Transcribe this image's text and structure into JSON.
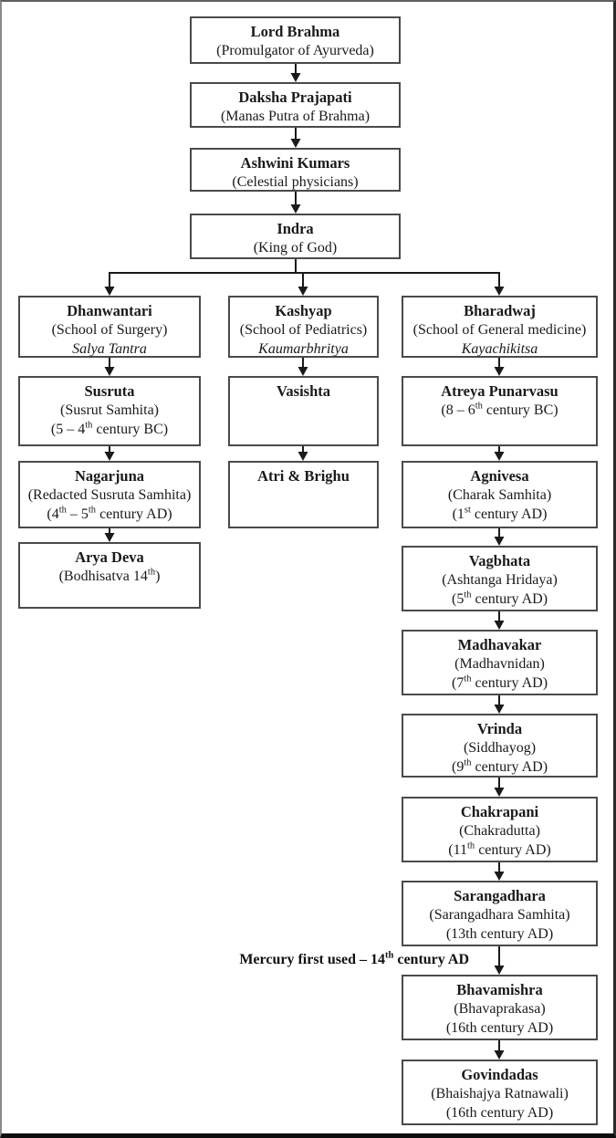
{
  "nodes": {
    "lord_brahma": {
      "title": "Lord Brahma",
      "lines": [
        [
          {
            "t": "(Promulgator of Ayurveda)"
          }
        ]
      ]
    },
    "daksha": {
      "title": "Daksha Prajapati",
      "lines": [
        [
          {
            "t": "(Manas Putra of Brahma)"
          }
        ]
      ]
    },
    "ashwini": {
      "title": "Ashwini Kumars",
      "lines": [
        [
          {
            "t": "(Celestial physicians)"
          }
        ]
      ]
    },
    "indra": {
      "title": "Indra",
      "lines": [
        [
          {
            "t": "(King of God)"
          }
        ]
      ]
    },
    "dhanwantari": {
      "title": "Dhanwantari",
      "lines": [
        [
          {
            "t": "(School of Surgery)"
          }
        ],
        [
          {
            "t": "Salya Tantra"
          }
        ]
      ]
    },
    "kashyap": {
      "title": "Kashyap",
      "lines": [
        [
          {
            "t": "(School of Pediatrics)"
          }
        ],
        [
          {
            "t": "Kaumarbhritya"
          }
        ]
      ]
    },
    "bharadwaj": {
      "title": "Bharadwaj",
      "lines": [
        [
          {
            "t": "(School of General medicine)"
          }
        ],
        [
          {
            "t": "Kayachikitsa"
          }
        ]
      ]
    },
    "susruta": {
      "title": "Susruta",
      "lines": [
        [
          {
            "t": "(Susrut Samhita)"
          }
        ],
        [
          {
            "t": "(5 – 4"
          },
          {
            "t": "th",
            "sup": true
          },
          {
            "t": " century BC)"
          }
        ]
      ]
    },
    "nagarjuna": {
      "title": "Nagarjuna",
      "lines": [
        [
          {
            "t": "(Redacted Susruta Samhita)"
          }
        ],
        [
          {
            "t": "(4"
          },
          {
            "t": "th",
            "sup": true
          },
          {
            "t": " – 5"
          },
          {
            "t": "th",
            "sup": true
          },
          {
            "t": " century AD)"
          }
        ]
      ]
    },
    "arya_deva": {
      "title": "Arya Deva",
      "lines": [
        [
          {
            "t": "(Bodhisatva 14"
          },
          {
            "t": "th",
            "sup": true
          },
          {
            "t": ")"
          }
        ]
      ]
    },
    "vasishta": {
      "title": "Vasishta",
      "lines": []
    },
    "atri_brighu": {
      "title": "Atri & Brighu",
      "lines": []
    },
    "atreya": {
      "title": "Atreya Punarvasu",
      "lines": [
        [
          {
            "t": "(8 – 6"
          },
          {
            "t": "th",
            "sup": true
          },
          {
            "t": " century BC)"
          }
        ]
      ]
    },
    "agnivesa": {
      "title": "Agnivesa",
      "lines": [
        [
          {
            "t": "(Charak Samhita)"
          }
        ],
        [
          {
            "t": "(1"
          },
          {
            "t": "st",
            "sup": true
          },
          {
            "t": " century AD)"
          }
        ]
      ]
    },
    "vagbhata": {
      "title": "Vagbhata",
      "lines": [
        [
          {
            "t": "(Ashtanga Hridaya)"
          }
        ],
        [
          {
            "t": "(5"
          },
          {
            "t": "th",
            "sup": true
          },
          {
            "t": " century AD)"
          }
        ]
      ]
    },
    "madhavakar": {
      "title": "Madhavakar",
      "lines": [
        [
          {
            "t": "(Madhavnidan)"
          }
        ],
        [
          {
            "t": "(7"
          },
          {
            "t": "th",
            "sup": true
          },
          {
            "t": " century AD)"
          }
        ]
      ]
    },
    "vrinda": {
      "title": "Vrinda",
      "lines": [
        [
          {
            "t": "(Siddhayog)"
          }
        ],
        [
          {
            "t": "(9"
          },
          {
            "t": "th",
            "sup": true
          },
          {
            "t": " century AD)"
          }
        ]
      ]
    },
    "chakrapani": {
      "title": "Chakrapani",
      "lines": [
        [
          {
            "t": "(Chakradutta)"
          }
        ],
        [
          {
            "t": "(11"
          },
          {
            "t": "th",
            "sup": true
          },
          {
            "t": " century AD)"
          }
        ]
      ]
    },
    "sarangadhara": {
      "title": "Sarangadhara",
      "lines": [
        [
          {
            "t": "(Sarangadhara Samhita)"
          }
        ],
        [
          {
            "t": "(13th century AD)"
          }
        ]
      ]
    },
    "bhavamishra": {
      "title": "Bhavamishra",
      "lines": [
        [
          {
            "t": "(Bhavaprakasa)"
          }
        ],
        [
          {
            "t": "(16th century AD)"
          }
        ]
      ]
    },
    "govindadas": {
      "title": "Govindadas",
      "lines": [
        [
          {
            "t": "(Bhaishajya Ratnawali)"
          }
        ],
        [
          {
            "t": "(16th century AD)"
          }
        ]
      ]
    }
  },
  "annotation": {
    "mercury_note": [
      {
        "t": "Mercury first used – 14"
      },
      {
        "t": "th",
        "sup": true
      },
      {
        "t": " century AD"
      }
    ]
  },
  "colors": {
    "box_border": "#4a4a4a",
    "connector": "#1a1a1a",
    "background": "#ffffff"
  }
}
